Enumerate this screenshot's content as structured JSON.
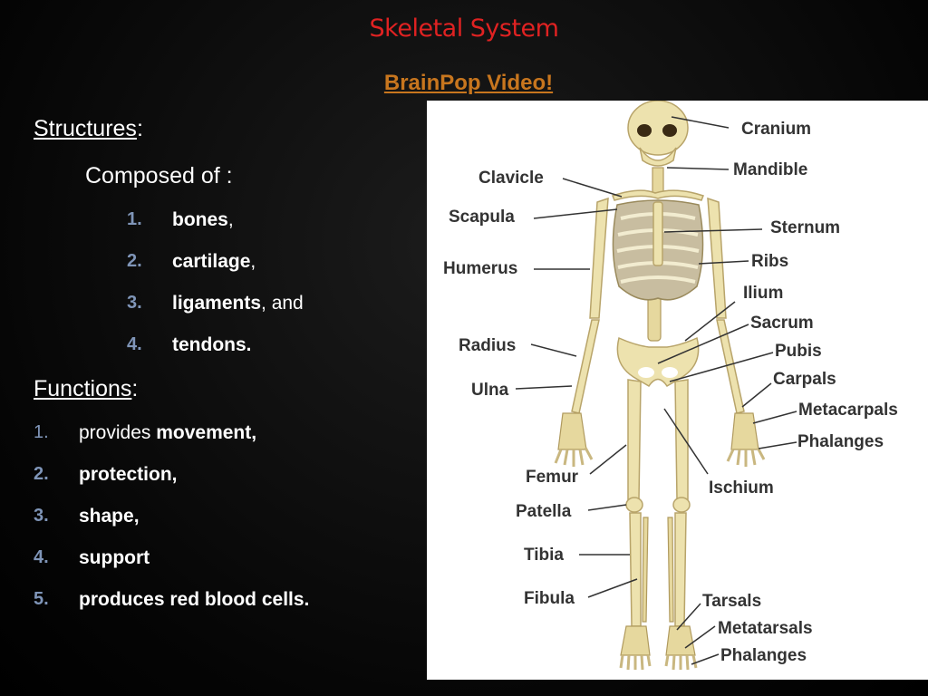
{
  "slide": {
    "title": "Skeletal System",
    "link": "BrainPop  Video!"
  },
  "structures": {
    "heading": "Structures",
    "colon": ":",
    "composed": "Composed of :",
    "items": [
      {
        "num": "1.",
        "bold": "bones",
        "rest": ","
      },
      {
        "num": "2.",
        "bold": "cartilage",
        "rest": ","
      },
      {
        "num": "3.",
        "bold": "ligaments",
        "rest": ", and"
      },
      {
        "num": "4.",
        "bold": "tendons.",
        "rest": ""
      }
    ]
  },
  "functions": {
    "heading": "Functions",
    "colon": ":",
    "items": [
      {
        "num": "1.",
        "pre": "provides ",
        "bold": "movement,"
      },
      {
        "num": "2.",
        "pre": "",
        "bold": "protection,"
      },
      {
        "num": "3.",
        "pre": "",
        "bold": "shape,"
      },
      {
        "num": "4.",
        "pre": "",
        "bold": "support"
      },
      {
        "num": "5.",
        "pre": "",
        "bold": "produces red blood cells."
      }
    ]
  },
  "figure": {
    "labels": {
      "cranium": "Cranium",
      "mandible": "Mandible",
      "clavicle": "Clavicle",
      "scapula": "Scapula",
      "sternum": "Sternum",
      "humerus": "Humerus",
      "ribs": "Ribs",
      "ilium": "Ilium",
      "sacrum": "Sacrum",
      "radius": "Radius",
      "pubis": "Pubis",
      "carpals": "Carpals",
      "ulna": "Ulna",
      "metacarpals": "Metacarpals",
      "phalanges_hand": "Phalanges",
      "femur": "Femur",
      "ischium": "Ischium",
      "patella": "Patella",
      "tibia": "Tibia",
      "fibula": "Fibula",
      "tarsals": "Tarsals",
      "metatarsals": "Metatarsals",
      "phalanges_foot": "Phalanges"
    }
  }
}
